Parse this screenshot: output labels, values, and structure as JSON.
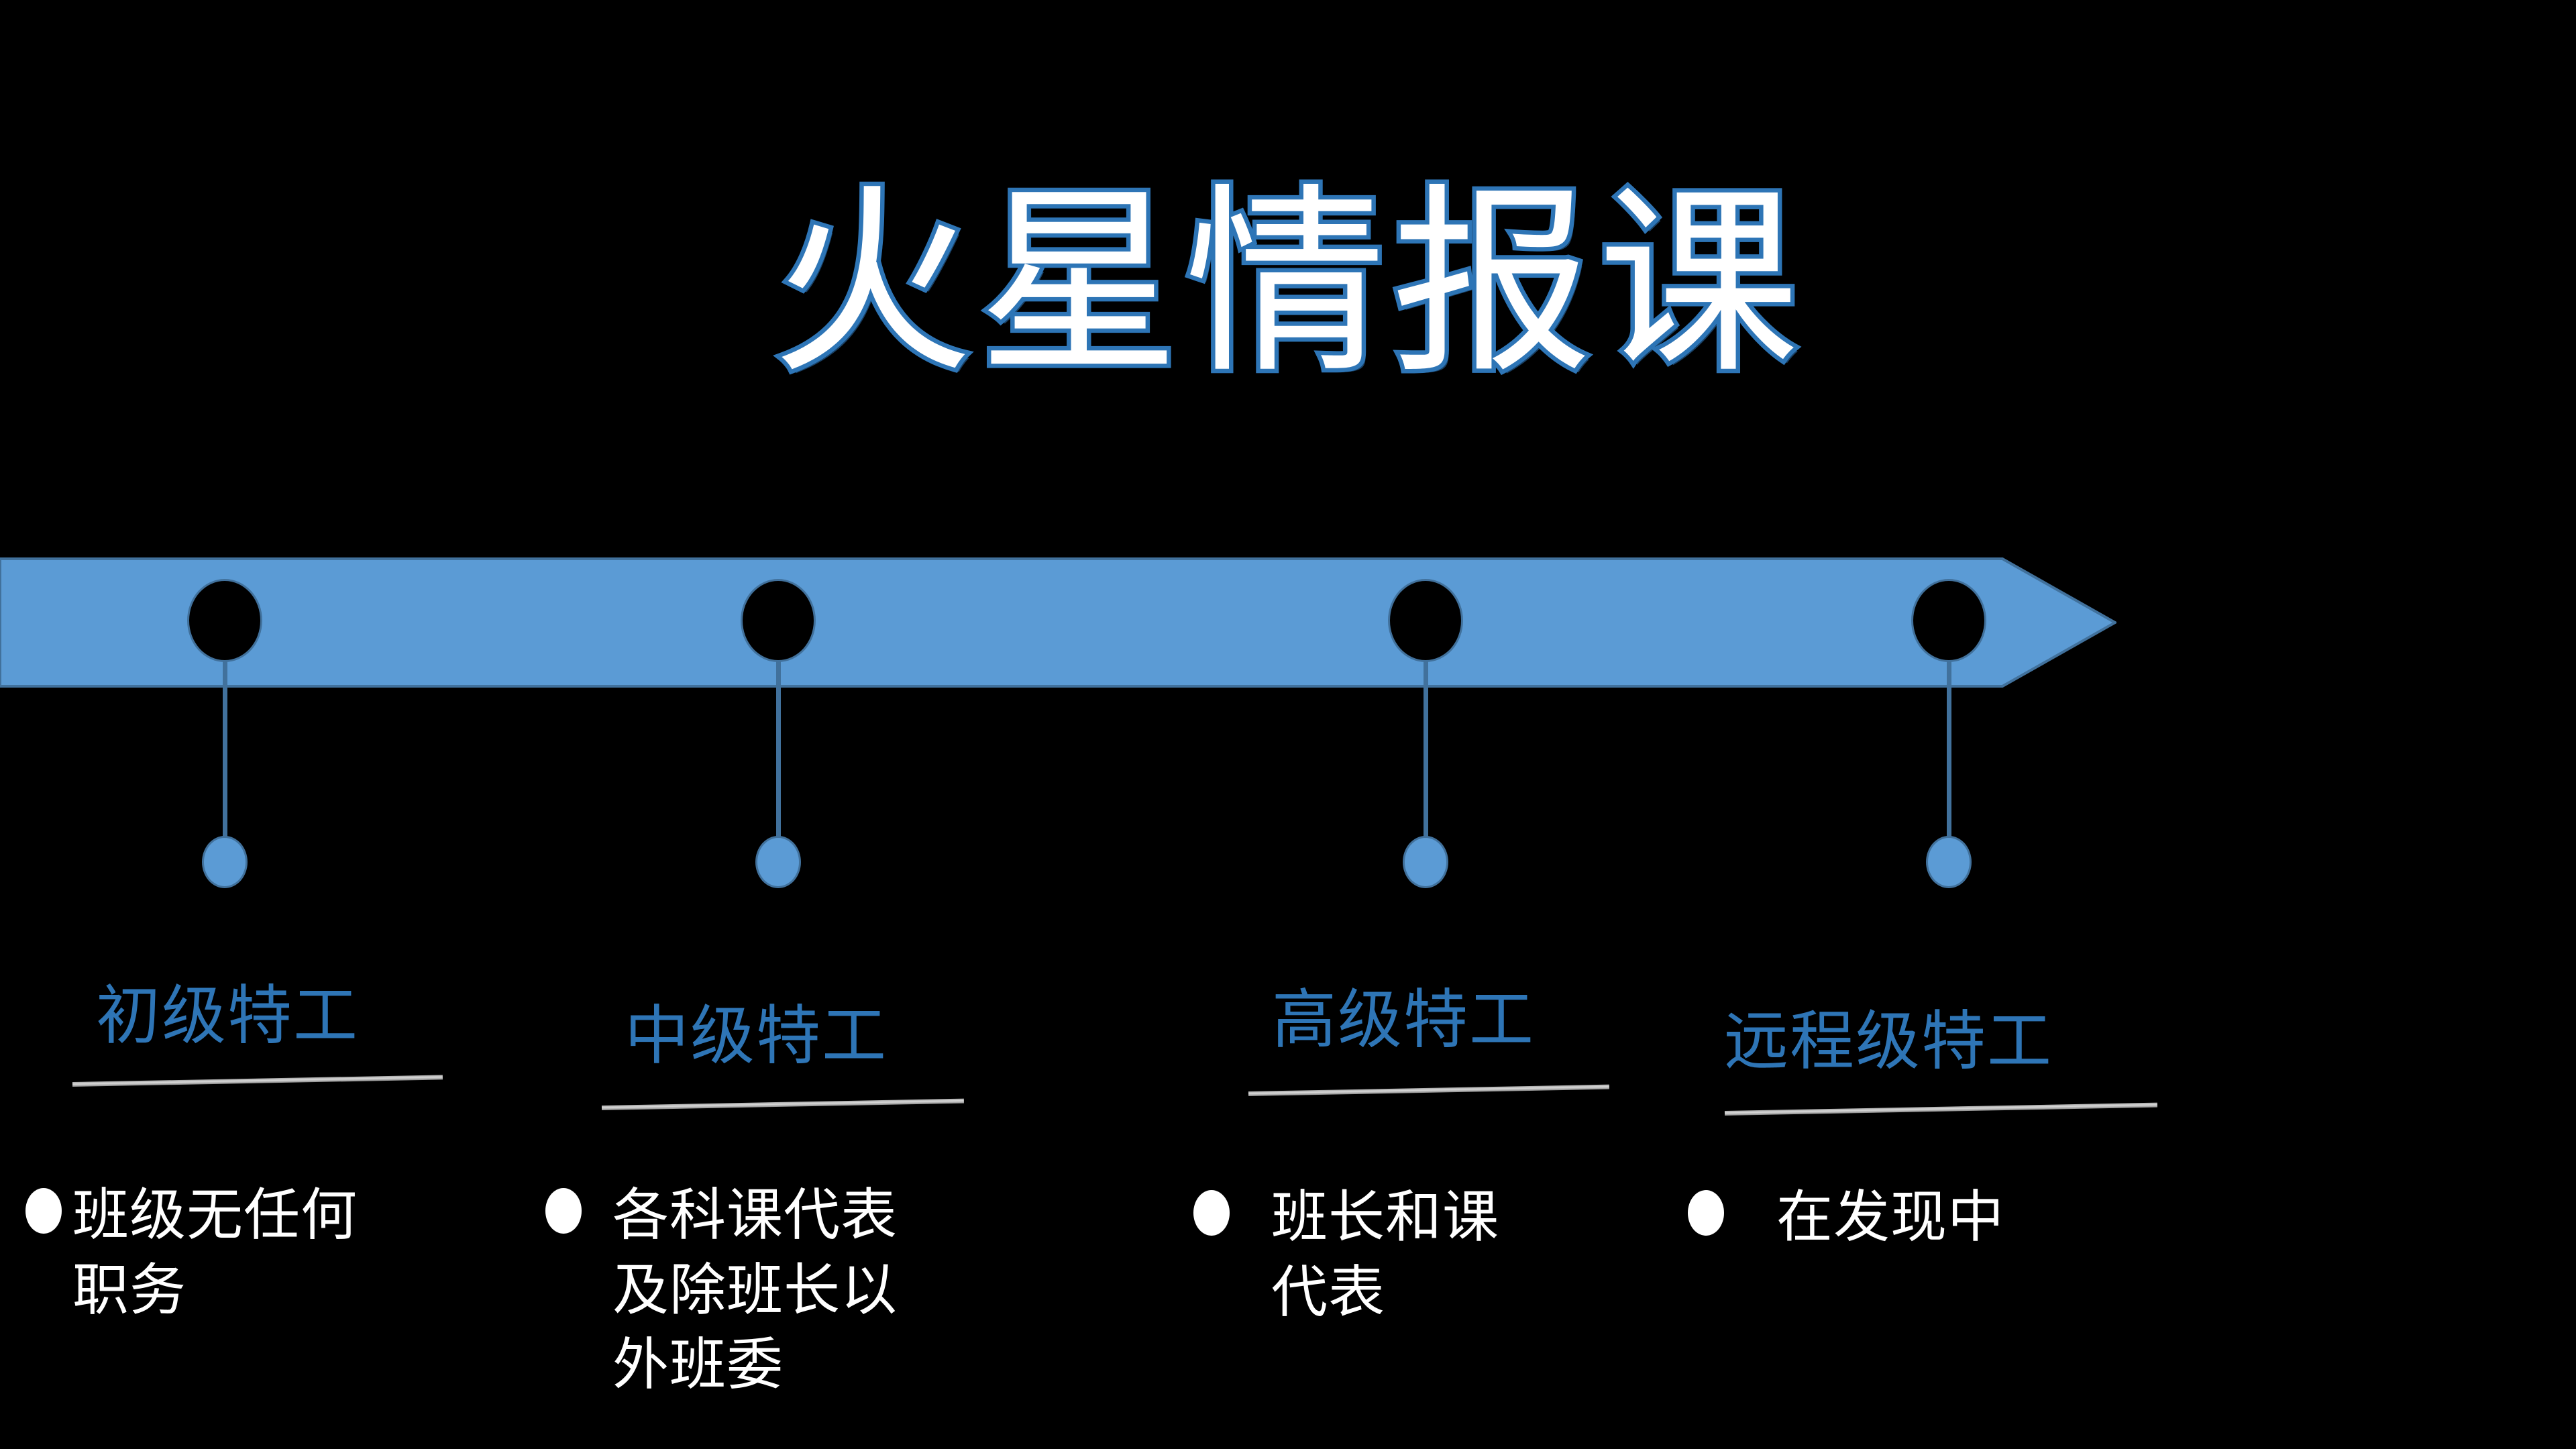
{
  "slide": {
    "title": "火星情报课",
    "background_color": "#000000",
    "accent_color": "#5B9BD5",
    "heading_color": "#2E75B6",
    "body_color": "#FFFFFF"
  },
  "timeline": {
    "arrow_label": "timeline-arrow",
    "direction": "right",
    "nodes": [
      {
        "marker": "node-1"
      },
      {
        "marker": "node-2"
      },
      {
        "marker": "node-3"
      },
      {
        "marker": "node-4"
      }
    ]
  },
  "stages": [
    {
      "heading": "初级特工",
      "body": "班级无任何\n职务"
    },
    {
      "heading": "中级特工",
      "body": "各科课代表\n及除班长以\n外班委"
    },
    {
      "heading": "高级特工",
      "body": "班长和课\n代表"
    },
    {
      "heading": "远程级特工",
      "body": "在发现中"
    }
  ]
}
